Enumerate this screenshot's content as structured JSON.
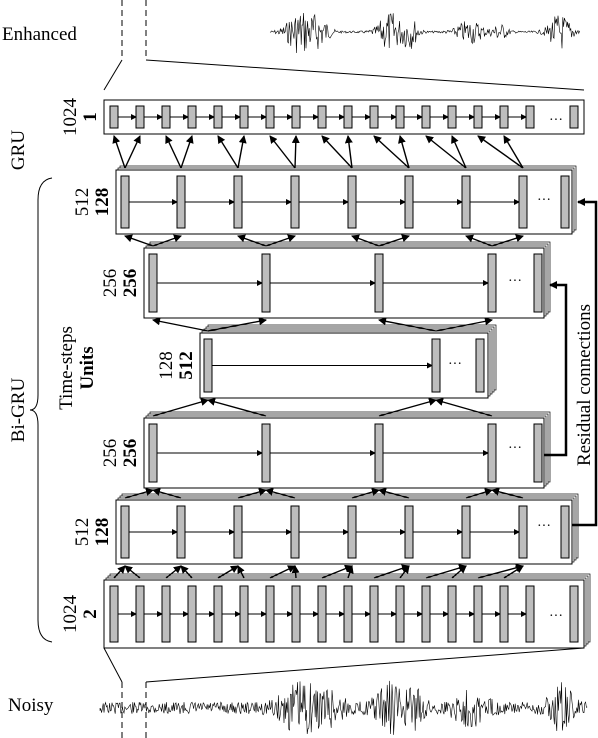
{
  "labels": {
    "enhanced": "Enhanced",
    "noisy": "Noisy",
    "gru": "GRU",
    "bigru": "Bi-GRU",
    "time_steps": "Time-steps",
    "units": "Units",
    "residual": "Residual connections",
    "ellipsis": "..."
  },
  "layers": [
    {
      "id": "gru",
      "time_steps": "1024",
      "units": "1",
      "cells": 20,
      "dots": "···"
    },
    {
      "id": "bi512a",
      "time_steps": "512",
      "units": "128",
      "cells": 9,
      "dots": "···"
    },
    {
      "id": "bi256a",
      "time_steps": "256",
      "units": "256",
      "cells": 5,
      "dots": "···"
    },
    {
      "id": "bi128",
      "time_steps": "128",
      "units": "512",
      "cells": 3,
      "dots": "···"
    },
    {
      "id": "bi256b",
      "time_steps": "256",
      "units": "256",
      "cells": 5,
      "dots": "···"
    },
    {
      "id": "bi512b",
      "time_steps": "512",
      "units": "128",
      "cells": 9,
      "dots": "···"
    },
    {
      "id": "bi1024",
      "time_steps": "1024",
      "units": "2",
      "cells": 20,
      "dots": "···"
    }
  ],
  "colors": {
    "cell_fill": "#bdbdbd",
    "line": "#000000",
    "background": "#ffffff"
  }
}
